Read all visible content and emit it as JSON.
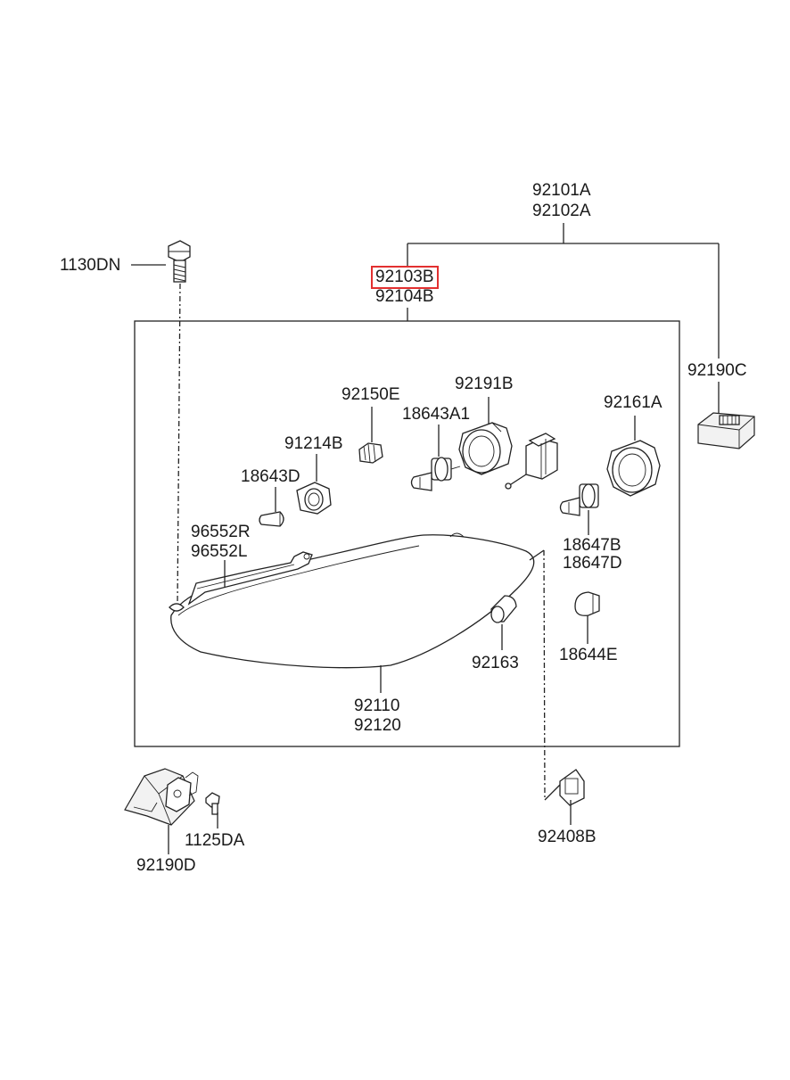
{
  "parts": {
    "p92101A": "92101A",
    "p92102A": "92102A",
    "p92103B": "92103B",
    "p92104B": "92104B",
    "p1130DN": "1130DN",
    "p92190C": "92190C",
    "p92150E": "92150E",
    "p92191B": "92191B",
    "p18643A1": "18643A1",
    "p92161A": "92161A",
    "p91214B": "91214B",
    "p18643D": "18643D",
    "p96552R": "96552R",
    "p96552L": "96552L",
    "p18647B": "18647B",
    "p18647D": "18647D",
    "p92163": "92163",
    "p18644E": "18644E",
    "p92110": "92110",
    "p92120": "92120",
    "p1125DA": "1125DA",
    "p92190D": "92190D",
    "p92408B": "92408B"
  },
  "highlight_color": "#e23030"
}
